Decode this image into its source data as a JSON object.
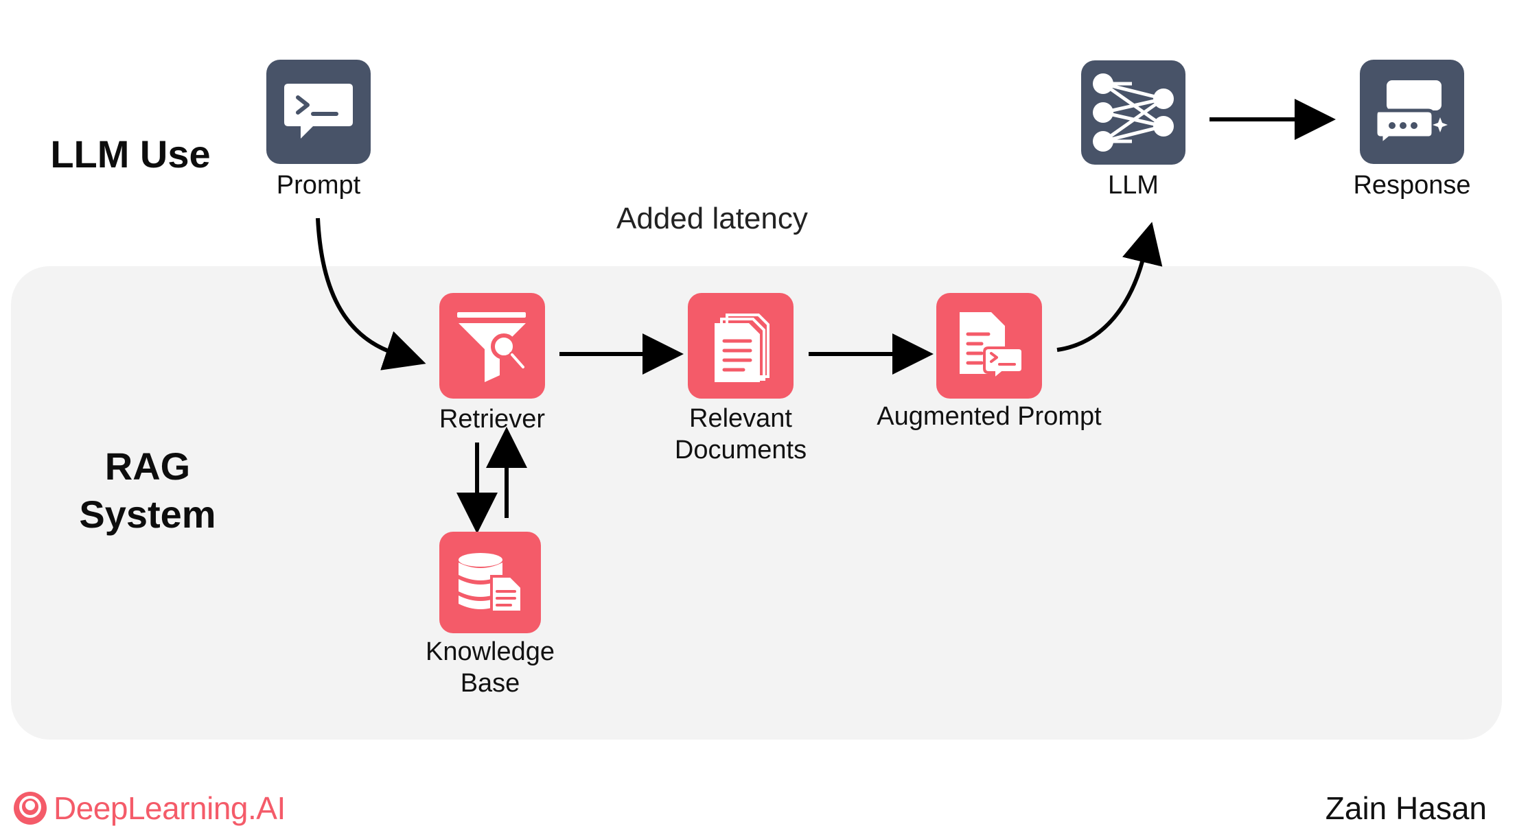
{
  "sections": {
    "llm_use": "LLM Use",
    "rag_system_line1": "RAG",
    "rag_system_line2": "System"
  },
  "nodes": {
    "prompt": {
      "label": "Prompt",
      "icon": "terminal-chat-icon"
    },
    "llm": {
      "label": "LLM",
      "icon": "neural-network-icon"
    },
    "response": {
      "label": "Response",
      "icon": "chat-sparkle-icon"
    },
    "retriever": {
      "label": "Retriever",
      "icon": "filter-search-icon"
    },
    "relevant_documents": {
      "label_line1": "Relevant",
      "label_line2": "Documents",
      "icon": "documents-stack-icon"
    },
    "augmented_prompt": {
      "label": "Augmented Prompt",
      "icon": "document-terminal-icon"
    },
    "knowledge_base": {
      "label_line1": "Knowledge",
      "label_line2": "Base",
      "icon": "database-document-icon"
    }
  },
  "annotation": "Added latency",
  "footer": {
    "brand": "DeepLearning.AI",
    "author": "Zain Hasan"
  },
  "colors": {
    "dark_tile": "#485368",
    "red_tile": "#f45b69",
    "panel": "#f3f3f3",
    "brand": "#f45b69"
  }
}
